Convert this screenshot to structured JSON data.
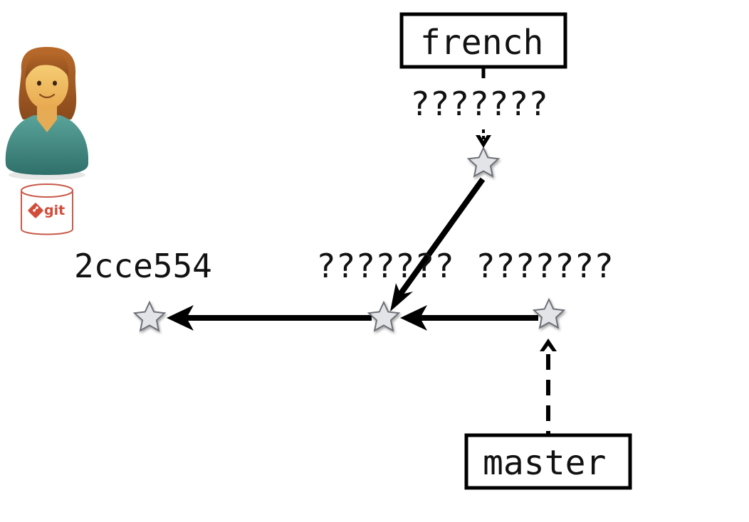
{
  "user": {
    "icon": "user-avatar-icon",
    "repo_icon": "git-repository-icon",
    "repo_badge_text": "git",
    "brand_color": "#d24c3a"
  },
  "commits": {
    "c1": {
      "label": "2cce554"
    },
    "c2": {
      "label": "???????"
    },
    "c3": {
      "label": "???????"
    },
    "c4": {
      "label": "???????"
    }
  },
  "branches": {
    "french": {
      "label": "french"
    },
    "master": {
      "label": "master"
    }
  },
  "colors": {
    "ink": "#000000",
    "star_fill": "#e2e4e8",
    "star_stroke": "#6c6f75"
  }
}
